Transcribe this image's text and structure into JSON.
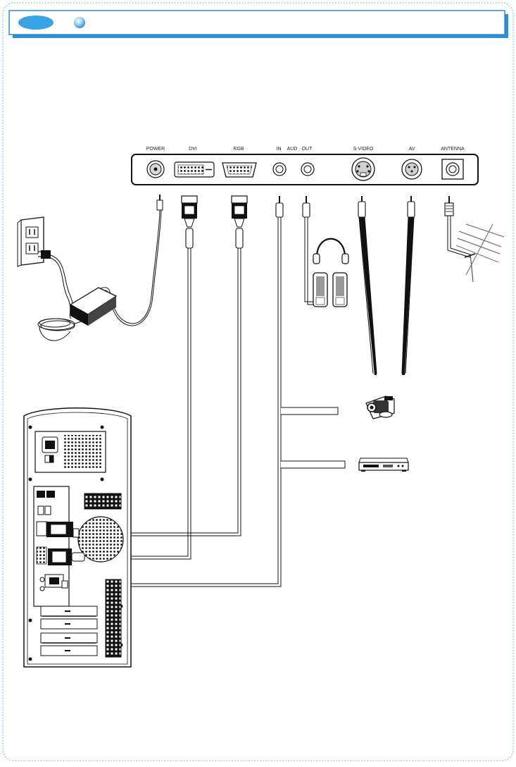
{
  "header": {
    "title": ""
  },
  "colors": {
    "accent": "#3aa3e3",
    "border": "#4aa8e0",
    "header_shadow": "#2f8fd0"
  },
  "panel_ports": {
    "power": "POWER",
    "dvi": "DVI",
    "rgb": "RGB",
    "audio_in": "IN",
    "audio_label": "AUD",
    "audio_out": "OUT",
    "svideo": "S-VIDEO",
    "av": "AV",
    "antenna": "ANTENNA"
  },
  "icons": {
    "wall_outlet": "wall-outlet-icon",
    "power_adapter": "power-adapter-icon",
    "headphones": "headphones-icon",
    "speakers": "speakers-icon",
    "camcorder": "camcorder-icon",
    "vcr": "vcr-icon",
    "antenna": "antenna-icon",
    "computer": "computer-tower-icon"
  }
}
